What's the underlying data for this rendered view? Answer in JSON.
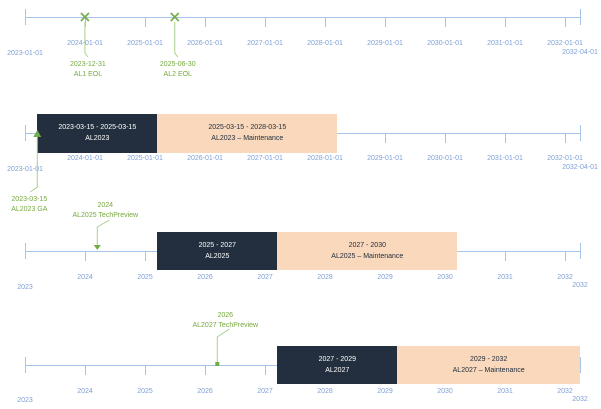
{
  "colors": {
    "axis": "#a5c4e7",
    "tick_label": "#7e9fd6",
    "bar_active_bg": "#232f3e",
    "bar_active_text": "#ffffff",
    "bar_maintenance_bg": "#f9d8bc",
    "bar_maintenance_text": "#232f3e",
    "green_text": "#76a93e",
    "green_line": "#a9d18e",
    "green_marker": "#70ad47"
  },
  "timelines": [
    {
      "name": "overview",
      "ticks": [
        "2023-01-01",
        "2024-01-01",
        "2025-01-01",
        "2026-01-01",
        "2027-01-01",
        "2028-01-01",
        "2029-01-01",
        "2030-01-01",
        "2031-01-01",
        "2032-01-01"
      ],
      "end_label": "2032-04-01",
      "bars": [],
      "markers": [
        {
          "kind": "eol",
          "date": "2023-12-31",
          "line1": "2023-12-31",
          "line2": "AL1 EOL"
        },
        {
          "kind": "eol",
          "date": "2025-06-30",
          "line1": "2025-06-30",
          "line2": "AL2 EOL"
        }
      ]
    },
    {
      "name": "al2023",
      "ticks": [
        "2023-01-01",
        "2024-01-01",
        "2025-01-01",
        "2026-01-01",
        "2027-01-01",
        "2028-01-01",
        "2029-01-01",
        "2030-01-01",
        "2031-01-01",
        "2032-01-01"
      ],
      "end_label": "2032-04-01",
      "bars": [
        {
          "type": "active",
          "start": "2023-03-15",
          "end": "2025-03-15",
          "period": "2023-03-15 - 2025-03-15",
          "label": "AL2023"
        },
        {
          "type": "maintenance",
          "start": "2025-03-15",
          "end": "2028-03-15",
          "period": "2025-03-15 - 2028-03-15",
          "label": "AL2023 – Maintenance"
        }
      ],
      "markers": [
        {
          "kind": "ga",
          "date": "2023-03-15",
          "line1": "2023-03-15",
          "line2": "AL2023 GA"
        }
      ]
    },
    {
      "name": "al2025",
      "ticks": [
        "2023",
        "2024",
        "2025",
        "2026",
        "2027",
        "2028",
        "2029",
        "2030",
        "2031",
        "2032"
      ],
      "end_label": "2032",
      "bars": [
        {
          "type": "active",
          "start": "2025-03-15",
          "end": "2027-03-15",
          "period": "2025 - 2027",
          "label": "AL2025"
        },
        {
          "type": "maintenance",
          "start": "2027-03-15",
          "end": "2030-03-15",
          "period": "2027 - 2030",
          "label": "AL2025 – Maintenance"
        }
      ],
      "markers": [
        {
          "kind": "techpreview-arrow",
          "date": "2024-03-15",
          "line1": "2024",
          "line2": "AL2025 TechPreview"
        }
      ]
    },
    {
      "name": "al2027",
      "ticks": [
        "2023",
        "2024",
        "2025",
        "2026",
        "2027",
        "2028",
        "2029",
        "2030",
        "2031",
        "2032"
      ],
      "end_label": "2032",
      "bars": [
        {
          "type": "active",
          "start": "2027-03-15",
          "end": "2029-03-15",
          "period": "2027 - 2029",
          "label": "AL2027"
        },
        {
          "type": "maintenance",
          "start": "2029-03-15",
          "end": "2032-04-01",
          "period": "2029 - 2032",
          "label": "AL2027 – Maintenance"
        }
      ],
      "markers": [
        {
          "kind": "techpreview-dot",
          "date": "2026-03-15",
          "line1": "2026",
          "line2": "AL2027 TechPreview"
        }
      ]
    }
  ]
}
